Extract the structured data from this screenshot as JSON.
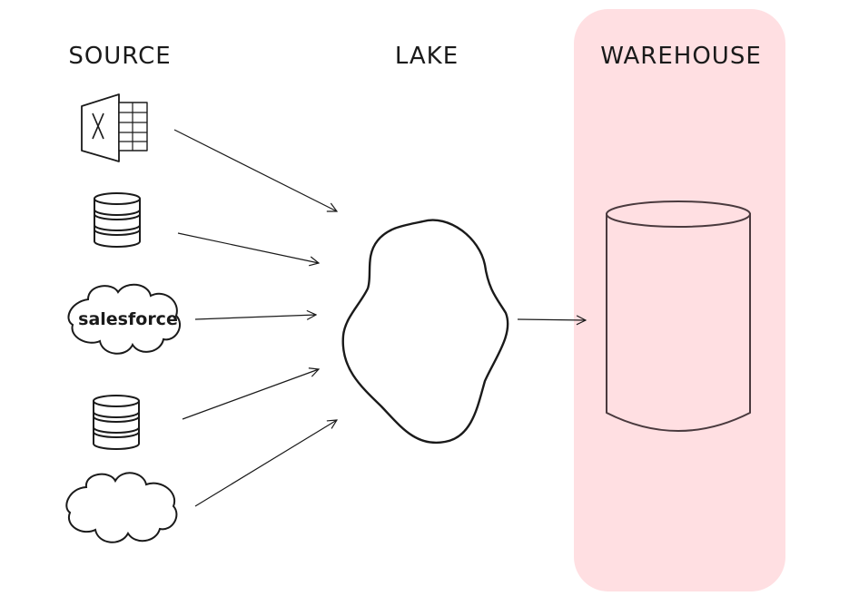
{
  "columns": {
    "source": "SOURCE",
    "lake": "LAKE",
    "warehouse": "WAREHOUSE"
  },
  "sources": [
    {
      "icon": "excel-icon"
    },
    {
      "icon": "database-icon"
    },
    {
      "icon": "salesforce-cloud-icon",
      "label": "salesforce"
    },
    {
      "icon": "database-icon"
    },
    {
      "icon": "cloud-icon"
    }
  ],
  "lake": {
    "icon": "lake-blob-icon"
  },
  "warehouse": {
    "icon": "warehouse-cylinder-icon"
  },
  "colors": {
    "warehouse_panel": "#ffdfe2",
    "ink": "#1a1a1a",
    "warehouse_ink": "#4a3a3e"
  }
}
